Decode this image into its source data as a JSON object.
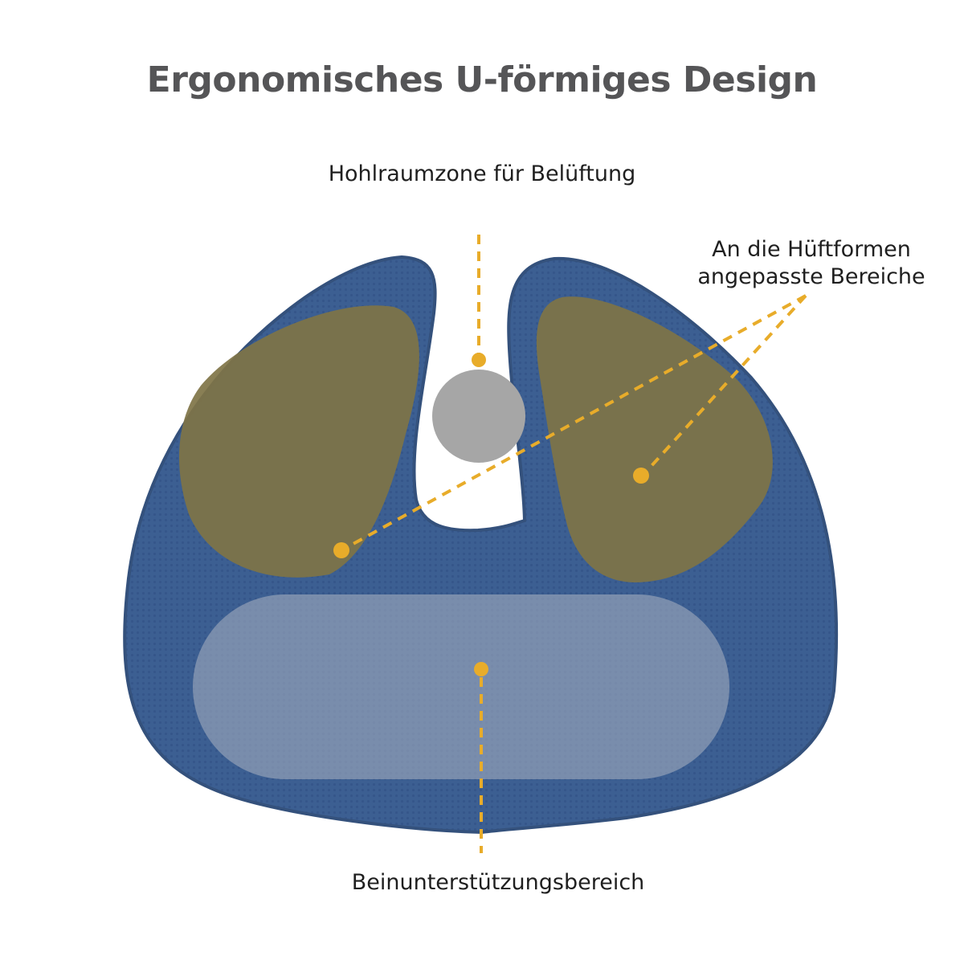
{
  "title": "Ergonomisches U-förmiges Design",
  "callouts": {
    "vent": "Hohlraumzone für Belüftung",
    "hips_line1": "An die Hüftformen",
    "hips_line2": "angepasste Bereiche",
    "leg": "Beinunterstützungsbereich"
  },
  "colors": {
    "cushion": "#3c5f92",
    "cushion_edge": "#34517c",
    "hip_zone": "#7f7446",
    "leg_zone": "#8e9bb0",
    "vent_circle": "#a6a6a6",
    "callout": "#e8ac2a",
    "title": "#555557"
  }
}
